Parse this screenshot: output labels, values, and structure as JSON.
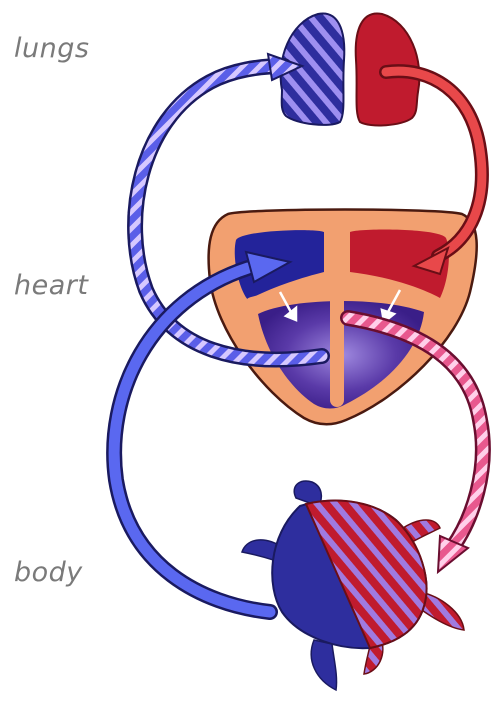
{
  "labels": {
    "lungs": "lungs",
    "heart": "heart",
    "body": "body"
  },
  "colors": {
    "deoxygenated": "#2e2e9e",
    "oxygenated": "#c01b2e",
    "mixed_stripe": "#9e8ff0",
    "heart_outline": "#f2a070",
    "arrow_blue": "#5a68f0",
    "arrow_red": "#e8484a",
    "arrow_pink": "#f07ac8"
  }
}
